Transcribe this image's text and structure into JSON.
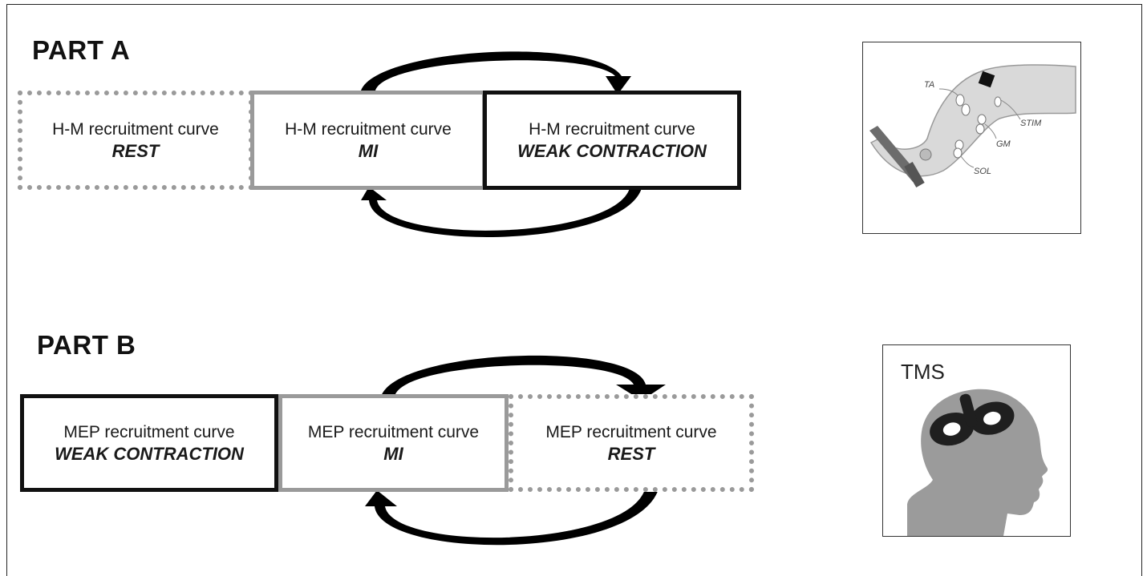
{
  "part_a": {
    "title": "PART A",
    "boxes": [
      {
        "line1": "H-M recruitment curve",
        "line2": "REST"
      },
      {
        "line1": "H-M recruitment curve",
        "line2": "MI"
      },
      {
        "line1": "H-M recruitment curve",
        "line2": "WEAK CONTRACTION"
      }
    ],
    "illustration_labels": [
      "TA",
      "STIM",
      "GM",
      "SOL"
    ]
  },
  "part_b": {
    "title": "PART B",
    "boxes": [
      {
        "line1": "MEP recruitment curve",
        "line2": "WEAK CONTRACTION"
      },
      {
        "line1": "MEP recruitment curve",
        "line2": "MI"
      },
      {
        "line1": "MEP recruitment curve",
        "line2": "REST"
      }
    ],
    "illustration_label": "TMS"
  },
  "colors": {
    "solid_border": "#111111",
    "grey_border": "#9a9a9a",
    "arrow": "#000000",
    "head_silhouette": "#9b9b9b"
  },
  "icons": [
    "cycle-arrow",
    "leg-electrode-setup",
    "tms-coil-head"
  ]
}
